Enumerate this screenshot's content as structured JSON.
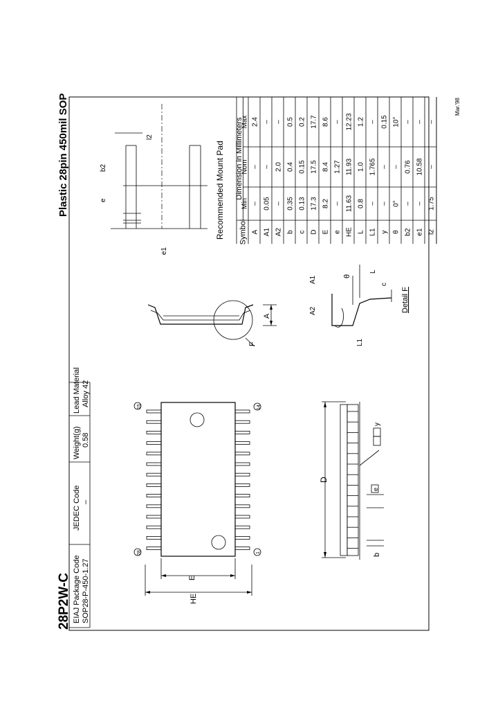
{
  "header": {
    "package_name": "28P2W-C",
    "package_title": "Plastic 28pin 450mil SOP",
    "date": "Mar.'98"
  },
  "info_table": {
    "labels": [
      "EIAJ Package Code",
      "JEDEC Code",
      "Weight(g)",
      "Lead Material"
    ],
    "values": [
      "SOP28-P-450-1.27",
      "–",
      "0.58",
      "Alloy 42"
    ]
  },
  "drawing_labels": {
    "pin28": "28",
    "pin15": "15",
    "pin1": "1",
    "pin14": "14",
    "E": "E",
    "HE": "HE",
    "D": "D",
    "b": "b",
    "e": "e",
    "y": "y",
    "A": "A",
    "F": "F",
    "A1": "A1",
    "A2": "A2",
    "theta": "θ",
    "L": "L",
    "L1": "L1",
    "c": "c",
    "detail_f": "Detail F",
    "b2": "b2",
    "l2": "l2",
    "e1": "e1",
    "mount_pad_title": "Recommended Mount Pad"
  },
  "dim_table": {
    "symbol_header": "Symbol",
    "group_header": "Dimension in Millimeters",
    "col_headers": [
      "Min",
      "Nom",
      "Max"
    ],
    "rows": [
      {
        "symbol": "A",
        "min": "–",
        "nom": "–",
        "max": "2.4"
      },
      {
        "symbol": "A1",
        "min": "0.05",
        "nom": "–",
        "max": "–"
      },
      {
        "symbol": "A2",
        "min": "–",
        "nom": "2.0",
        "max": "–"
      },
      {
        "symbol": "b",
        "min": "0.35",
        "nom": "0.4",
        "max": "0.5"
      },
      {
        "symbol": "c",
        "min": "0.13",
        "nom": "0.15",
        "max": "0.2"
      },
      {
        "symbol": "D",
        "min": "17.3",
        "nom": "17.5",
        "max": "17.7"
      },
      {
        "symbol": "E",
        "min": "8.2",
        "nom": "8.4",
        "max": "8.6"
      },
      {
        "symbol": "e",
        "min": "–",
        "nom": "1.27",
        "max": "–"
      },
      {
        "symbol": "HE",
        "min": "11.63",
        "nom": "11.93",
        "max": "12.23"
      },
      {
        "symbol": "L",
        "min": "0.8",
        "nom": "1.0",
        "max": "1.2"
      },
      {
        "symbol": "L1",
        "min": "–",
        "nom": "1.765",
        "max": "–"
      },
      {
        "symbol": "y",
        "min": "–",
        "nom": "–",
        "max": "0.15"
      },
      {
        "symbol": "θ",
        "min": "0°",
        "nom": "–",
        "max": "10°"
      },
      {
        "symbol": "b2",
        "min": "–",
        "nom": "0.76",
        "max": "–"
      },
      {
        "symbol": "e1",
        "min": "–",
        "nom": "10.58",
        "max": "–"
      },
      {
        "symbol": "l2",
        "min": "1.75",
        "nom": "–",
        "max": "–"
      }
    ]
  }
}
